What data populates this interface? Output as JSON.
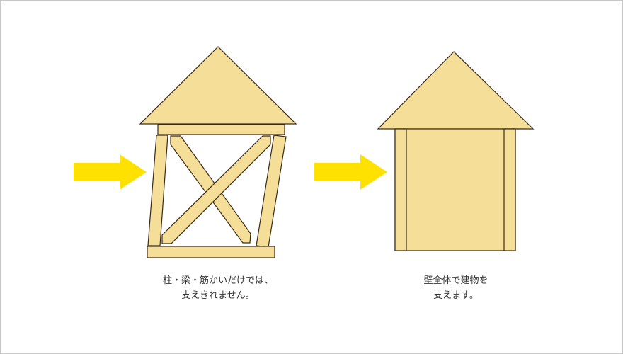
{
  "captions": {
    "left": {
      "line1": "柱・梁・筋かいだけでは、",
      "line2": "支えきれません。"
    },
    "right": {
      "line1": "壁全体で建物を",
      "line2": "支えます。"
    }
  },
  "colors": {
    "wood": "#f5df98",
    "arrow": "#ffe100",
    "stroke": "#3a2a1a"
  }
}
